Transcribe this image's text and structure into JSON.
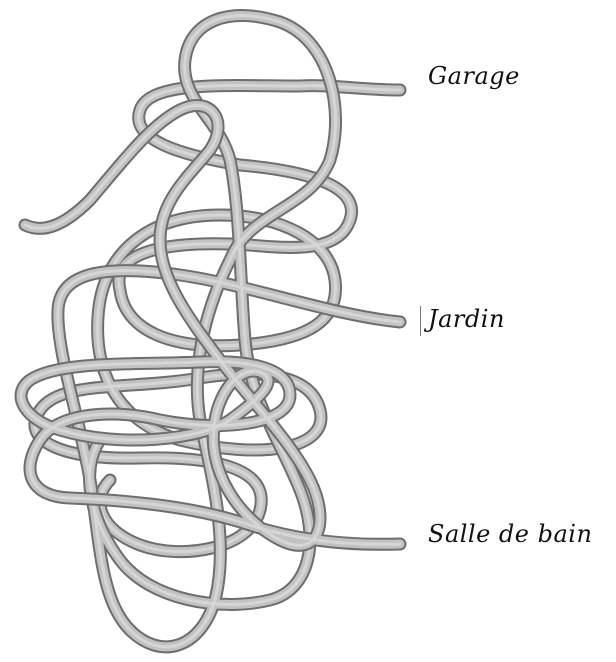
{
  "labels": {
    "garage": "Garage",
    "jardin": "Jardin",
    "salle_de_bain": "Salle de bain"
  },
  "colors": {
    "rope_outline": "#6e6e6e",
    "rope_fill": "#c2c2c2",
    "rope_highlight": "#d6d6d6",
    "text": "#111111",
    "background": "#ffffff"
  },
  "diagram": {
    "type": "tangled-lines-puzzle",
    "line_count": 3
  }
}
